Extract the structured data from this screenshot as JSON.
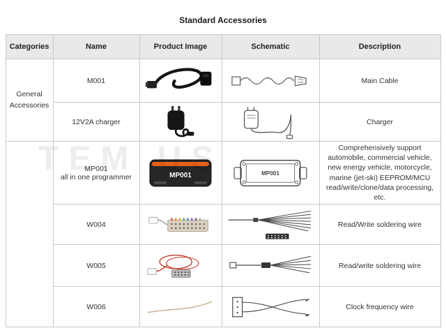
{
  "title": "Standard Accessories",
  "watermark": "TEM US",
  "table": {
    "headers": [
      "Categories",
      "Name",
      "Product Image",
      "Schematic",
      "Description"
    ],
    "category_general": "General Accessories",
    "rows": [
      {
        "name": "M001",
        "description": "Main Cable"
      },
      {
        "name": "12V2A charger",
        "description": "Charger"
      },
      {
        "name": "MP001",
        "name_line2": "all in one programmer",
        "device_label": "MP001",
        "description": "Comprehensively support automobile, commercial vehicle, new energy vehicle, motorcycle, marine (jet-ski) EEPROM/MCU read/write/clone/data processing, etc."
      },
      {
        "name": "W004",
        "description": "Read/Write soldering wire"
      },
      {
        "name": "W005",
        "description": "Read/write soldering wire"
      },
      {
        "name": "W006",
        "description": "Clock frequency wire"
      }
    ]
  }
}
